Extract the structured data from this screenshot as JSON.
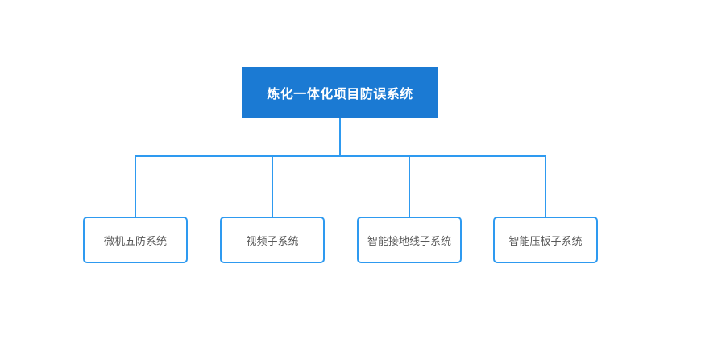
{
  "diagram": {
    "title": "org-chart",
    "root": {
      "label": "炼化一体化项目防误系统"
    },
    "children": [
      {
        "label": "微机五防系统"
      },
      {
        "label": "视频子系统"
      },
      {
        "label": "智能接地线子系统"
      },
      {
        "label": "智能压板子系统"
      }
    ],
    "colors": {
      "root_fill": "#1b7ad3",
      "root_text": "#ffffff",
      "connector": "#2e9af0",
      "child_border": "#2e9af0",
      "child_text": "#595959",
      "background": "#ffffff"
    }
  }
}
